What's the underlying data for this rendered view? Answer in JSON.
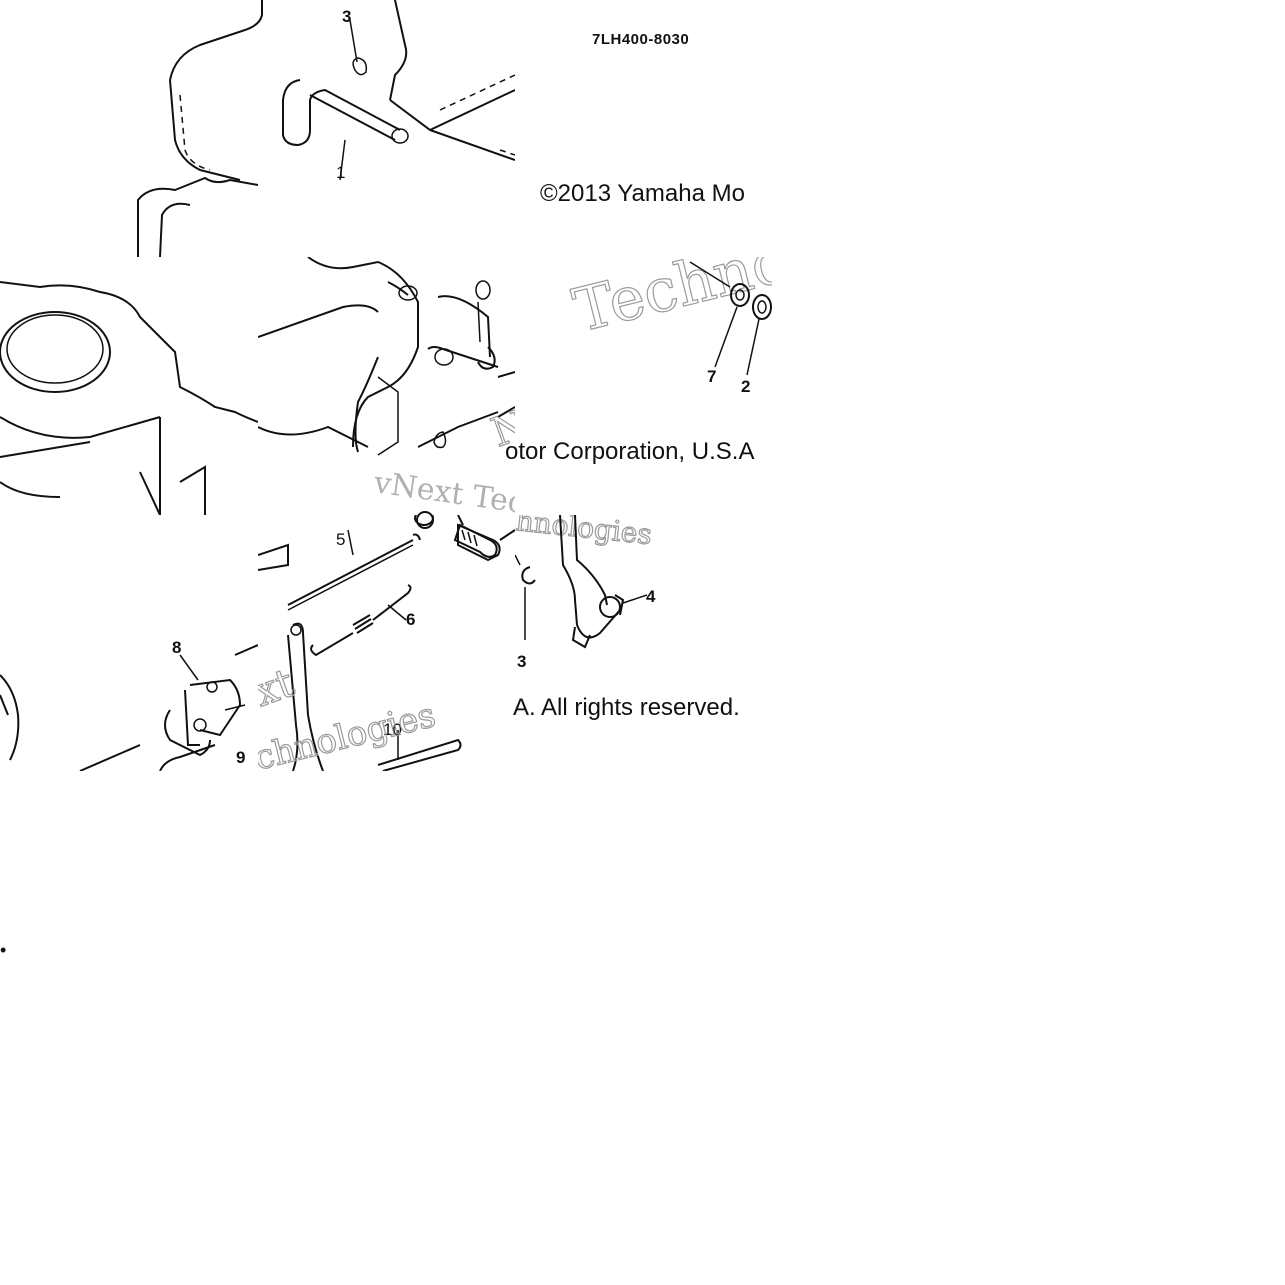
{
  "diagram": {
    "part_code": "7LH400-8030",
    "copyright": {
      "line1": "©2013 Yamaha Mo",
      "line2": "otor Corporation, U.S.A",
      "line3": "A. All rights reserved."
    },
    "watermark": {
      "word1": "Techno",
      "word2": "vNext Tec",
      "word3": "hnologies",
      "word4": "ext",
      "word5": "chnologies",
      "word6": "Nc"
    },
    "callouts": [
      "3",
      "7",
      "2",
      "5",
      "6",
      "4",
      "3",
      "8",
      "10",
      "9",
      "1"
    ]
  }
}
